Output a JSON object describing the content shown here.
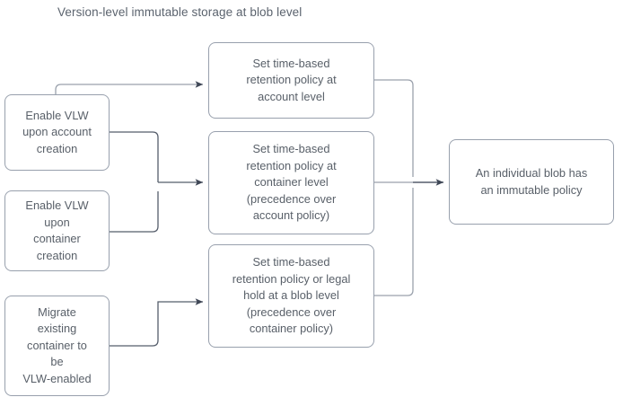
{
  "diagram": {
    "title": "Version-level immutable storage at blob level",
    "type": "flowchart",
    "colors": {
      "node_border": "#98a0ad",
      "node_background": "#ffffff",
      "text": "#596069",
      "connector": "#9aa1ac",
      "arrowhead": "#3f4756"
    },
    "nodes": [
      {
        "id": "enable-account",
        "column": "left",
        "label": "Enable VLW\nupon account\ncreation"
      },
      {
        "id": "enable-container",
        "column": "left",
        "label": "Enable VLW\nupon\ncontainer\ncreation"
      },
      {
        "id": "migrate-container",
        "column": "left",
        "label": "Migrate\nexisting\ncontainer to\nbe\nVLW-enabled"
      },
      {
        "id": "retention-account",
        "column": "middle",
        "label": "Set time-based\nretention policy at\naccount level"
      },
      {
        "id": "retention-container",
        "column": "middle",
        "label": "Set time-based\nretention policy at\ncontainer level\n(precedence over\naccount policy)"
      },
      {
        "id": "retention-blob",
        "column": "middle",
        "label": "Set time-based\nretention policy or legal\nhold at a blob level\n(precedence over\ncontainer policy)"
      },
      {
        "id": "immutable-blob",
        "column": "right",
        "label": "An individual blob has\nan immutable policy"
      }
    ],
    "edges": [
      {
        "id": "edge-account-to-retention-account",
        "from": "enable-account",
        "to": "retention-account",
        "arrow": true
      },
      {
        "id": "edge-account-to-retention-container",
        "from": "enable-account",
        "to": "retention-container",
        "arrow": true
      },
      {
        "id": "edge-container-to-retention-container",
        "from": "enable-container",
        "to": "retention-container",
        "arrow": true
      },
      {
        "id": "edge-migrate-to-retention-blob",
        "from": "migrate-container",
        "to": "retention-blob",
        "arrow": true
      },
      {
        "id": "edge-retention-account-to-immutable",
        "from": "retention-account",
        "to": "immutable-blob",
        "arrow": true
      },
      {
        "id": "edge-retention-container-to-immutable",
        "from": "retention-container",
        "to": "immutable-blob",
        "arrow": true
      },
      {
        "id": "edge-retention-blob-to-immutable",
        "from": "retention-blob",
        "to": "immutable-blob",
        "arrow": true
      }
    ]
  }
}
